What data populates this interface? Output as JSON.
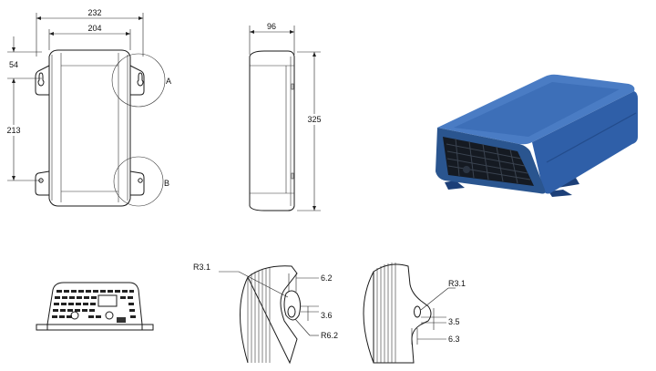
{
  "front_view": {
    "overall_width": "232",
    "body_width": "204",
    "top_offset": "54",
    "hole_spacing": "213",
    "detail_a": "A",
    "detail_b": "B"
  },
  "side_view": {
    "depth": "96",
    "length": "325"
  },
  "detail_a_view": {
    "radius_top": "R3.1",
    "slot_width": "6.2",
    "slot_depth": "3.6",
    "radius_bottom": "R6.2"
  },
  "detail_b_view": {
    "radius": "R3.1",
    "slot_depth": "3.5",
    "slot_width": "6.3"
  },
  "colors": {
    "line": "#1a1a1a",
    "housing_blue": "#2f5fa8",
    "housing_dark": "#1c3f78",
    "housing_light": "#4a7cc4",
    "grille": "#151a22"
  }
}
